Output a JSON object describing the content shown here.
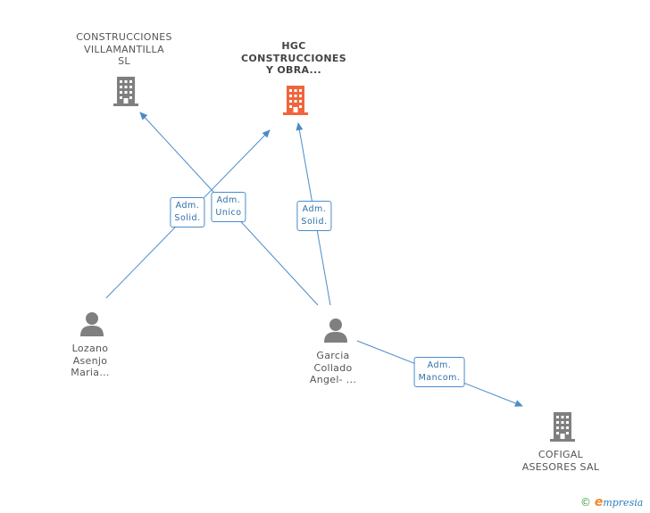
{
  "colors": {
    "edge": "#4a8cc9",
    "building_default": "#7f7f7f",
    "building_highlight": "#f0653b",
    "person": "#7f7f7f"
  },
  "nodes": {
    "villamantilla": {
      "lines": [
        "CONSTRUCCIONES",
        "VILLAMANTILLA",
        "SL"
      ],
      "icon": "building-icon"
    },
    "hgc": {
      "lines": [
        "HGC",
        "CONSTRUCCIONES",
        "Y OBRA..."
      ],
      "icon": "building-icon"
    },
    "lozano": {
      "lines": [
        "Lozano",
        "Asenjo",
        "Maria..."
      ],
      "icon": "person-icon"
    },
    "garcia": {
      "lines": [
        "Garcia",
        "Collado",
        "Angel- ..."
      ],
      "icon": "person-icon"
    },
    "cofigal": {
      "lines": [
        "COFIGAL",
        "ASESORES SAL"
      ],
      "icon": "building-icon"
    }
  },
  "edges": {
    "lozano_hgc": {
      "lines": [
        "Adm.",
        "Solid."
      ]
    },
    "garcia_villamantilla": {
      "lines": [
        "Adm.",
        "Unico"
      ]
    },
    "garcia_hgc": {
      "lines": [
        "Adm.",
        "Solid."
      ]
    },
    "garcia_cofigal": {
      "lines": [
        "Adm.",
        "Mancom."
      ]
    }
  },
  "footer": {
    "copyright": "©",
    "brand_e": "e",
    "brand_rest": "mpresia"
  }
}
